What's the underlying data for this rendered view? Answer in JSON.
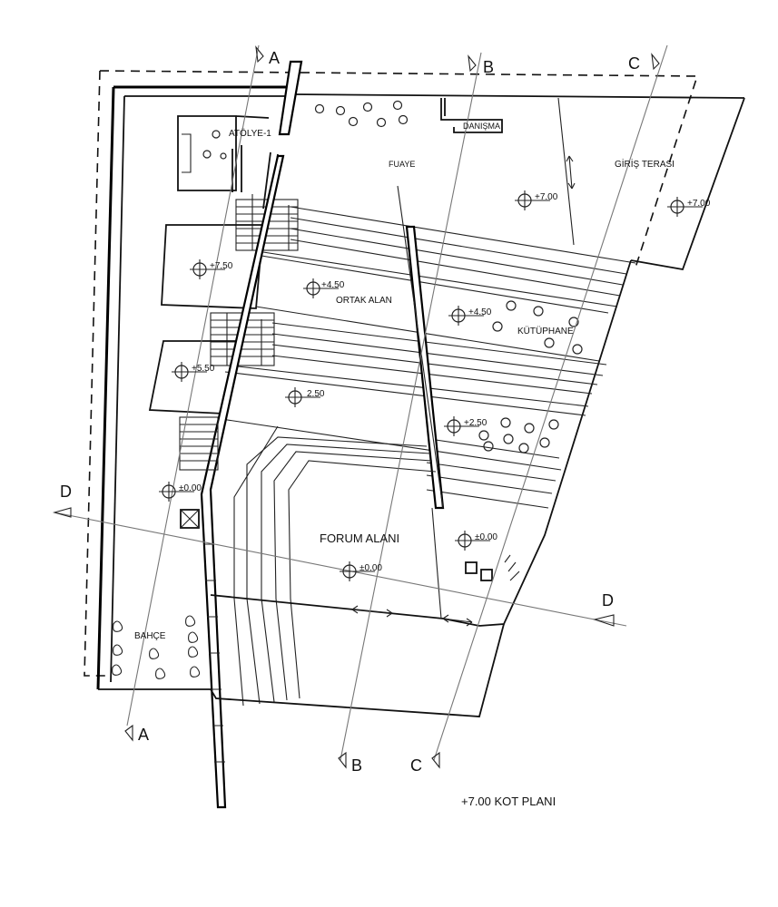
{
  "plan_title": "+7.00 KOT PLANI",
  "rooms": {
    "atolye": "ATÖLYE-1",
    "danisma": "DANIŞMA",
    "fuaye": "FUAYE",
    "giris_terasi": "GİRİŞ TERASI",
    "ortak_alan": "ORTAK ALAN",
    "kutuphane": "KÜTÜPHANE",
    "forum_alani": "FORUM ALANI",
    "bahce": "BAHÇE"
  },
  "levels": {
    "foyer": "+7.00",
    "terrace": "+7.00",
    "left_750": "+7.50",
    "ortak_450": "+4.50",
    "kutuphane_450": "+4.50",
    "left_550": "+5.50",
    "mid_250": "2.50",
    "right_250": "+2.50",
    "left_000": "±0.00",
    "forum_000": "±0.00",
    "right_000": "±0.00"
  },
  "sections": {
    "a": "A",
    "b": "B",
    "c": "C",
    "d": "D"
  }
}
